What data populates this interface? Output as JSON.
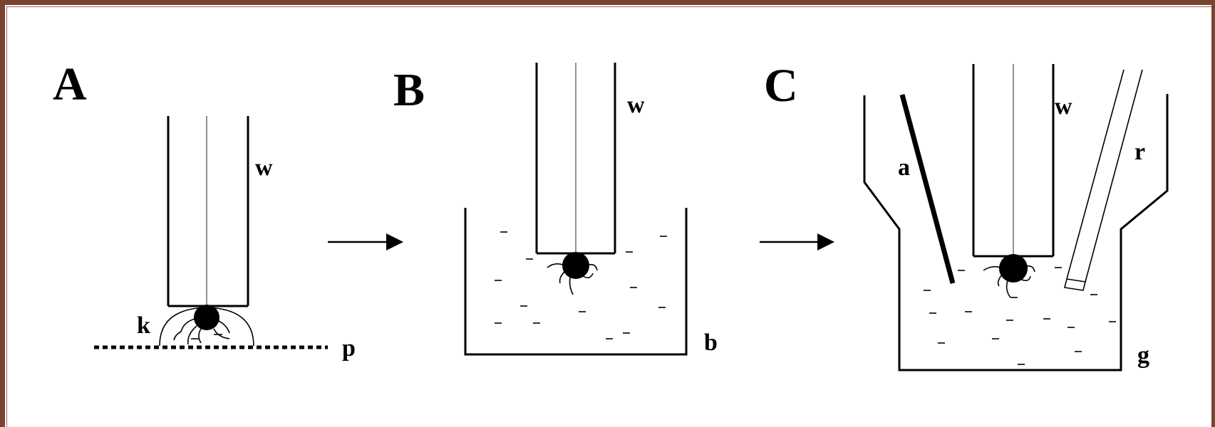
{
  "figure": {
    "panels": [
      {
        "letter": "A",
        "labels": {
          "w": "w",
          "k": "k",
          "p": "p"
        }
      },
      {
        "letter": "B",
        "labels": {
          "w": "w",
          "b": "b"
        }
      },
      {
        "letter": "C",
        "labels": {
          "w": "w",
          "a": "a",
          "r": "r",
          "g": "g"
        }
      }
    ]
  },
  "colors": {
    "frame": "#7a4530",
    "ink": "#000000",
    "background": "#ffffff"
  }
}
